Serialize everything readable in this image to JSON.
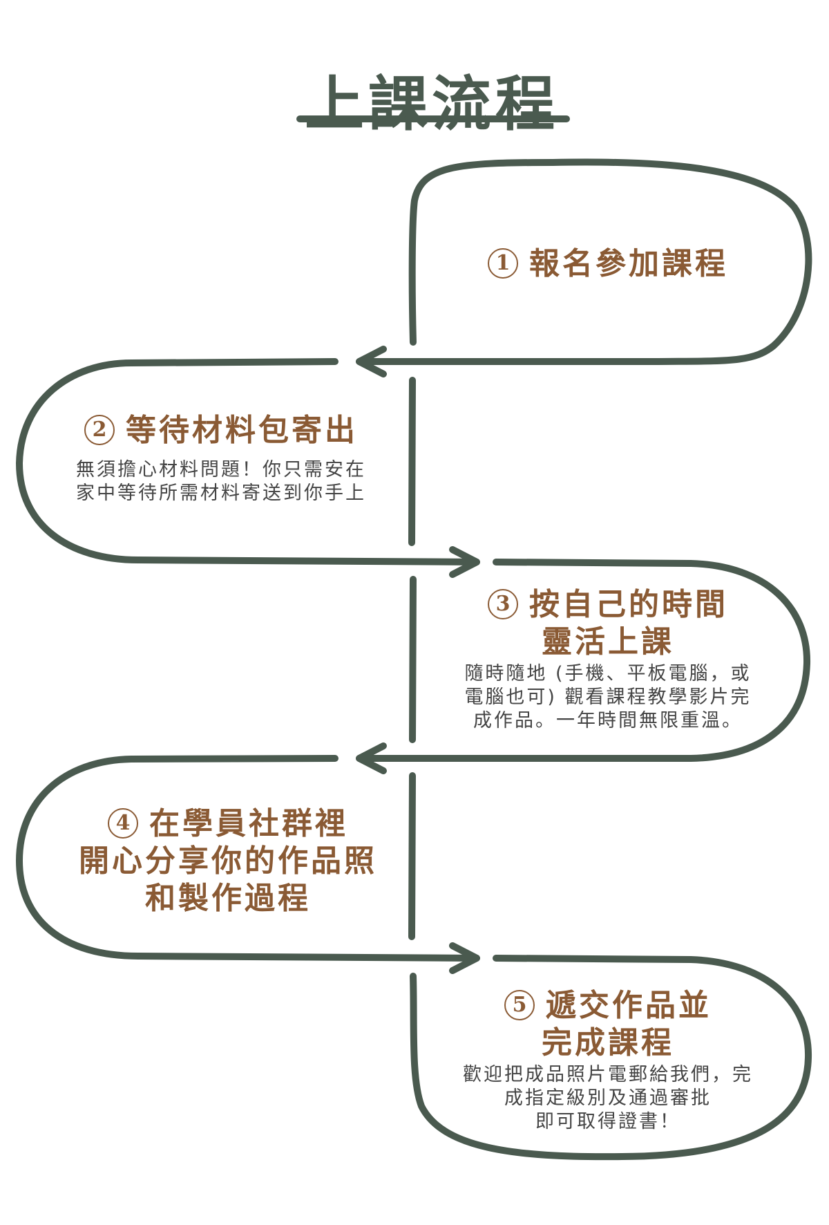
{
  "title": "上課流程",
  "colors": {
    "line": "#4a5a4f",
    "heading": "#8a5a34",
    "body": "#444444"
  },
  "steps": [
    {
      "num": "1",
      "heading": [
        "報名參加課程"
      ],
      "body": []
    },
    {
      "num": "2",
      "heading": [
        "等待材料包寄出"
      ],
      "body": [
        "無須擔心材料問題！你只需安在",
        "家中等待所需材料寄送到你手上"
      ]
    },
    {
      "num": "3",
      "heading": [
        "按自己的時間",
        "靈活上課"
      ],
      "body": [
        "隨時隨地 (手機、平板電腦，或",
        "電腦也可) 觀看課程教學影片完",
        "成作品。一年時間無限重溫。"
      ]
    },
    {
      "num": "4",
      "heading": [
        "在學員社群裡",
        "開心分享你的作品照",
        "和製作過程"
      ],
      "body": []
    },
    {
      "num": "5",
      "heading": [
        "遞交作品並",
        "完成課程"
      ],
      "body": [
        "歡迎把成品照片電郵給我們，完",
        "成指定級別及通過審批",
        "即可取得證書！"
      ]
    }
  ]
}
